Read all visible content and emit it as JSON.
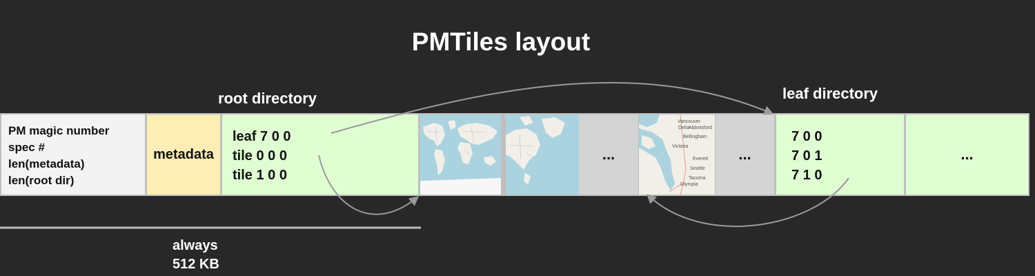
{
  "title": "PMTiles layout",
  "labels": {
    "root_directory": "root directory",
    "leaf_directory": "leaf directory",
    "always_line1": "always",
    "always_line2": "512 KB"
  },
  "header_block": {
    "lines": [
      "PM magic number",
      "spec #",
      "len(metadata)",
      "len(root dir)"
    ]
  },
  "metadata_block": {
    "label": "metadata"
  },
  "root_block": {
    "entries": [
      "leaf 7 0 0",
      "tile 0 0 0",
      "tile 1 0 0"
    ]
  },
  "ellipsis_1": "...",
  "ellipsis_2": "...",
  "ellipsis_3": "...",
  "map_tile_3": {
    "place_labels": [
      "Vancouver",
      "Delta",
      "Abbotsford",
      "Bellingham",
      "Victoria",
      "Everett",
      "Seattle",
      "Tacoma",
      "Olympia"
    ]
  },
  "leaf_block": {
    "entries": [
      "7 0 0",
      "7 0 1",
      "7 1 0"
    ]
  },
  "colors": {
    "background": "#282828",
    "header_fill": "#f3f3f3",
    "metadata_fill": "#fdeeb3",
    "directory_fill": "#dfffd2",
    "gap_fill": "#d4d4d4",
    "arrow": "#9a9a9a",
    "water": "#aad3df",
    "land": "#f2efe9"
  }
}
